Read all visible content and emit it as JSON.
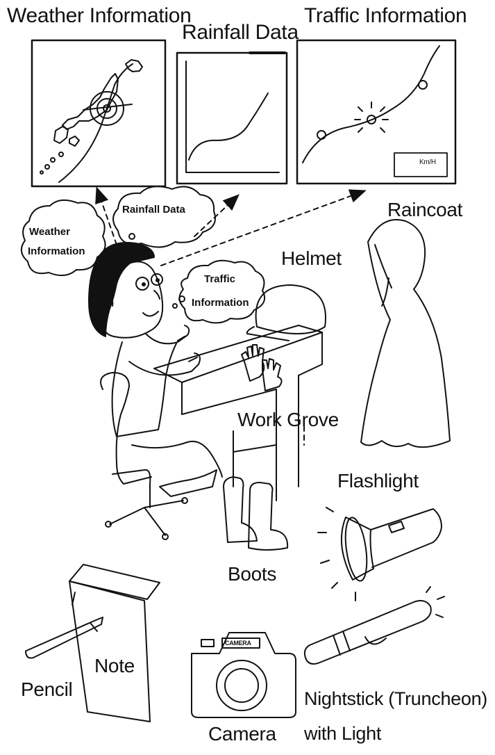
{
  "panels": {
    "weather": "Weather Information",
    "rainfall": "Rainfall Data",
    "traffic": "Traffic Information",
    "speed_unit": "Km/H"
  },
  "bubbles": {
    "weather_1": "Weather",
    "weather_2": "Information",
    "rainfall": "Rainfall Data",
    "traffic_1": "Traffic",
    "traffic_2": "Information"
  },
  "items": {
    "helmet": "Helmet",
    "raincoat": "Raincoat",
    "work_grove": "Work Grove",
    "flashlight": "Flashlight",
    "boots": "Boots",
    "pencil": "Pencil",
    "note": "Note",
    "camera": "Camera",
    "camera_badge": "CAMERA",
    "nightstick_1": "Nightstick (Truncheon)",
    "nightstick_2": "with Light"
  }
}
